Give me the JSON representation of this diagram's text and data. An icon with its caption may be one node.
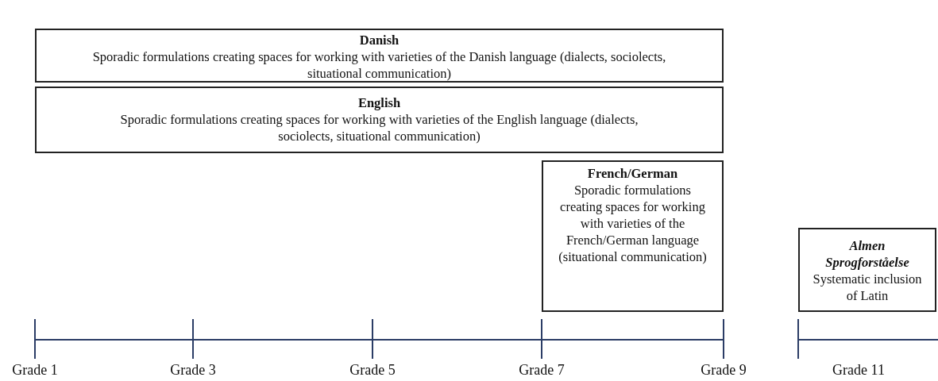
{
  "diagram": {
    "nodes": [
      {
        "text": [
          "Danish",
          "Sporadic formulations creating spaces for working with varieties of the Danish language (dialects, sociolects, situational communication)"
        ]
      },
      {
        "text": [
          "English",
          "Sporadic formulations creating spaces for working with varieties of the English language (dialects, sociolects, situational communication)"
        ]
      },
      {
        "text": [
          "French/German",
          "Sporadic formulations creating spaces for working with varieties of the French/German language (situational communication)"
        ]
      },
      {
        "text": [
          "Almen Sprogforståelse",
          "Systematic inclusion of Latin"
        ]
      }
    ],
    "labels": [
      "Grade 1",
      "Grade 3",
      "Grade 5",
      "Grade 7",
      "Grade 9",
      "Grade 11"
    ]
  }
}
